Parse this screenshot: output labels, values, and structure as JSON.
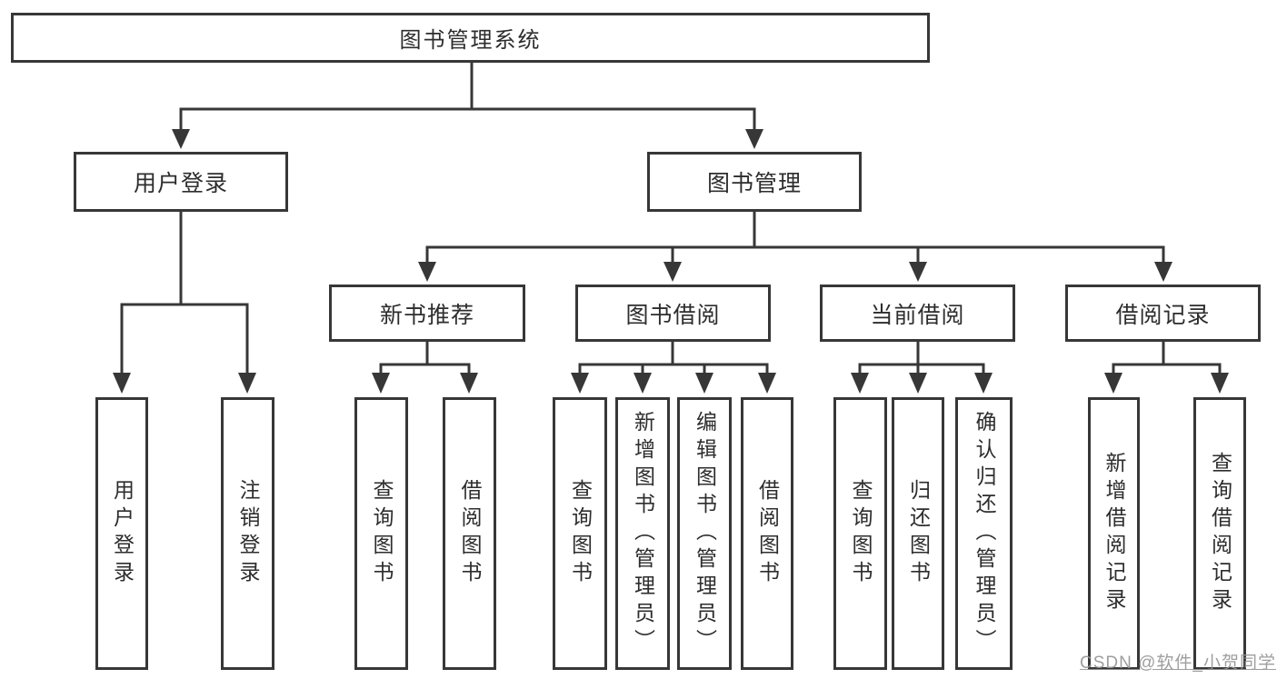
{
  "colors": {
    "line": "#373737",
    "boxbg": "#ffffff",
    "text": "#2d2d2d",
    "watermark": "#949494"
  },
  "diagram": {
    "root": {
      "label": "图书管理系统"
    },
    "level1": [
      {
        "label": "用户登录"
      },
      {
        "label": "图书管理"
      }
    ],
    "level2": [
      {
        "label": "新书推荐"
      },
      {
        "label": "图书借阅"
      },
      {
        "label": "当前借阅"
      },
      {
        "label": "借阅记录"
      }
    ],
    "leaves": {
      "user_login": [
        "用户登录",
        "注销登录"
      ],
      "new_books": [
        "查询图书",
        "借阅图书"
      ],
      "book_borrow": [
        "查询图书",
        "新增图书（管理员）",
        "编辑图书（管理员）",
        "借阅图书"
      ],
      "current_borrow": [
        "查询图书",
        "归还图书",
        "确认归还（管理员）"
      ],
      "borrow_records": [
        "新增借阅记录",
        "查询借阅记录"
      ]
    }
  },
  "watermark": {
    "text": "CSDN @软件_小贺同学"
  }
}
